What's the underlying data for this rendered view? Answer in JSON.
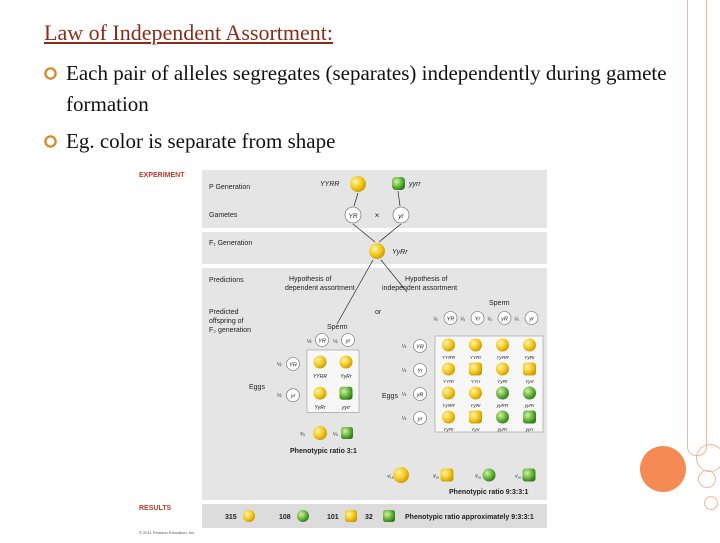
{
  "slide": {
    "title": "Law of Independent Assortment:",
    "bullets": [
      {
        "icon": "circle-bullet-icon",
        "text": "Each pair of alleles segregates (separates) independently during gamete formation"
      },
      {
        "icon": "circle-bullet-icon",
        "text": "Eg. color is separate from shape"
      }
    ],
    "accent_color": "#8b2c18",
    "decor_color": "#f58a55"
  },
  "figure": {
    "experiment_label": "EXPERIMENT",
    "p_generation": "P Generation",
    "parent1": "YYRR",
    "parent2": "yyrr",
    "gametes": "Gametes",
    "gamete1": "YR",
    "gamete_cross": "×",
    "gamete2": "yr",
    "f1_label": "F₁ Generation",
    "f1_genotype": "YyRr",
    "predictions": "Predictions",
    "hyp_dependent": "Hypothesis of dependent assortment",
    "hyp_independent": "Hypothesis of independent assortment",
    "or": "or",
    "predicted_offspring": "Predicted offspring of F₂ generation",
    "sperm": "Sperm",
    "eggs": "Eggs",
    "small_sperm_fracs": [
      "½",
      "½"
    ],
    "small_sperm_alleles": [
      "YR",
      "yr"
    ],
    "small_egg_fracs": [
      "½",
      "½"
    ],
    "small_egg_alleles": [
      "YR",
      "yr"
    ],
    "small_grid": [
      [
        "YYRR",
        "YyRr"
      ],
      [
        "YyRr",
        "yyrr"
      ]
    ],
    "small_ratio_fracs": [
      "¾",
      "¼"
    ],
    "small_ratio": "Phenotypic ratio 3:1",
    "big_sperm_fracs": [
      "¼",
      "¼",
      "¼",
      "¼"
    ],
    "big_sperm_alleles": [
      "YR",
      "Yr",
      "yR",
      "yr"
    ],
    "big_egg_fracs": [
      "¼",
      "¼",
      "¼",
      "¼"
    ],
    "big_egg_alleles": [
      "YR",
      "Yr",
      "yR",
      "yr"
    ],
    "big_grid": [
      [
        "YYRR",
        "YYRr",
        "YyRR",
        "YyRr"
      ],
      [
        "YYRr",
        "YYrr",
        "YyRr",
        "Yyrr"
      ],
      [
        "YyRR",
        "YyRr",
        "yyRR",
        "yyRr"
      ],
      [
        "YyRr",
        "Yyrr",
        "yyRr",
        "yyrr"
      ]
    ],
    "big_ratio_fracs": [
      "⁹⁄₁₆",
      "³⁄₁₆",
      "³⁄₁₆",
      "¹⁄₁₆"
    ],
    "big_ratio": "Phenotypic ratio 9:3:3:1",
    "results_label": "RESULTS",
    "results_counts": [
      "315",
      "108",
      "101",
      "32"
    ],
    "results_ratio": "Phenotypic ratio approximately 9:3:3:1",
    "copyright": "© 2011 Pearson Education, Inc.",
    "colors": {
      "panel": "#e5e5e5",
      "panel_dark": "#cfcfcf",
      "yellow_pea": "#f3c51a",
      "green_pea": "#63b23a",
      "label_red": "#c0392b"
    }
  }
}
